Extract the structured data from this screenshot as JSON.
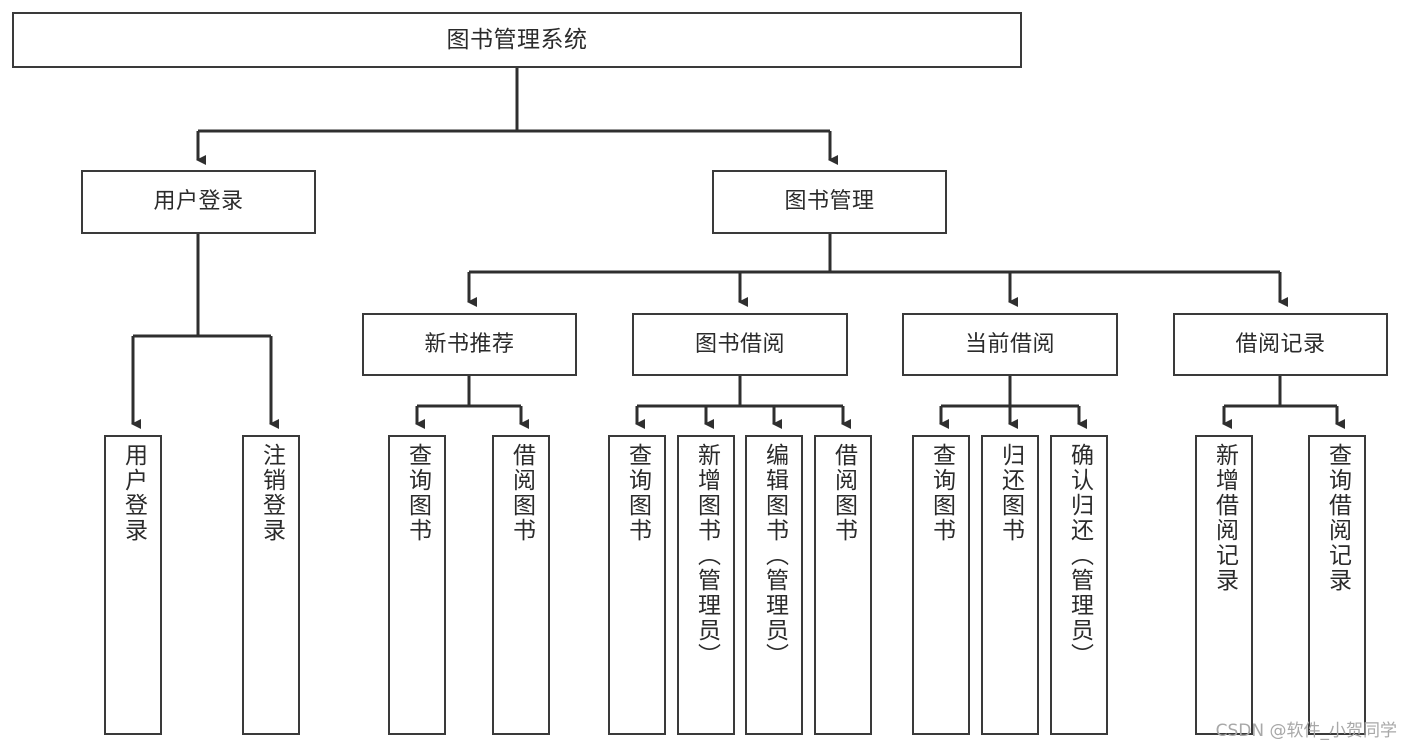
{
  "diagram": {
    "type": "tree-hierarchy",
    "root": {
      "label": "图书管理系统"
    },
    "level2": [
      {
        "label": "用户登录"
      },
      {
        "label": "图书管理"
      }
    ],
    "level3": [
      {
        "label": "新书推荐"
      },
      {
        "label": "图书借阅"
      },
      {
        "label": "当前借阅"
      },
      {
        "label": "借阅记录"
      }
    ],
    "leaves": {
      "user_login": [
        {
          "label": "用户登录"
        },
        {
          "label": "注销登录"
        }
      ],
      "new_book_recommend": [
        {
          "label": "查询图书"
        },
        {
          "label": "借阅图书"
        }
      ],
      "book_borrow": [
        {
          "label": "查询图书"
        },
        {
          "label": "新增图书（管理员）"
        },
        {
          "label": "编辑图书（管理员）"
        },
        {
          "label": "借阅图书"
        }
      ],
      "current_borrow": [
        {
          "label": "查询图书"
        },
        {
          "label": "归还图书"
        },
        {
          "label": "确认归还（管理员）"
        }
      ],
      "borrow_record": [
        {
          "label": "新增借阅记录"
        },
        {
          "label": "查询借阅记录"
        }
      ]
    }
  },
  "watermark": {
    "text": "CSDN @软件_小贺同学"
  },
  "colors": {
    "box_border": "#3a3a3a",
    "box_fill": "#ffffff",
    "connector": "#2f2f2f",
    "text": "#2b2b2b",
    "watermark": "#a8a8a8"
  }
}
